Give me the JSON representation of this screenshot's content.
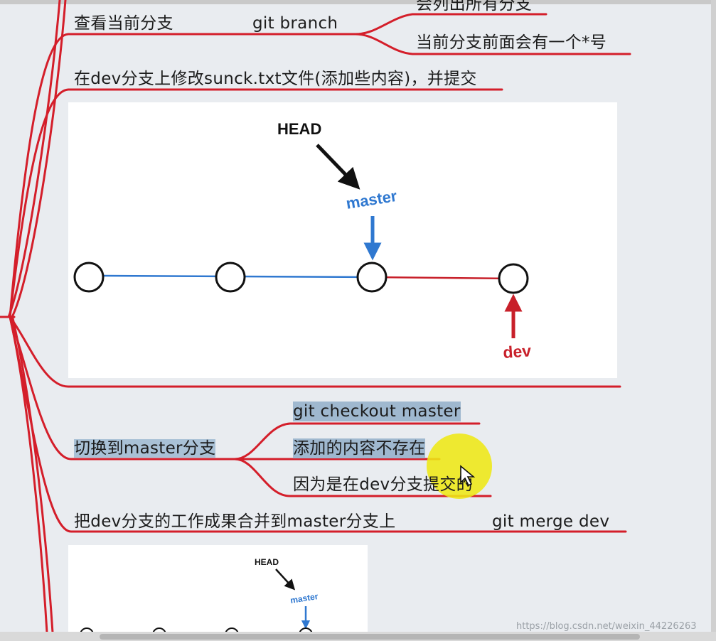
{
  "colors": {
    "branch_line": "#d41e2a",
    "master_blue": "#2f78d0",
    "dev_red": "#c8202a",
    "highlight": "#a9c1d6",
    "cursor_glow": "#eee814"
  },
  "nodes": {
    "branch_view": {
      "label": "查看当前分支",
      "command": "git  branch"
    },
    "list_all": {
      "label": "会列出所有分支"
    },
    "current_star": {
      "label": "当前分支前面会有一个*号"
    },
    "modify_commit": {
      "label": "在dev分支上修改sunck.txt文件(添加些内容)，并提交"
    },
    "switch_master": {
      "label": "切换到master分支"
    },
    "checkout_cmd": {
      "label": "git  checkout  master"
    },
    "content_missing": {
      "label": "添加的内容不存在"
    },
    "because_dev": {
      "label": "因为是在dev分支提交的"
    },
    "merge": {
      "label": "把dev分支的工作成果合并到master分支上",
      "command": "git  merge  dev"
    }
  },
  "diagram1": {
    "head": "HEAD",
    "master": "master",
    "dev": "dev",
    "commits": 4
  },
  "diagram2": {
    "head": "HEAD",
    "master": "master"
  },
  "watermark": "https://blog.csdn.net/weixin_44226263"
}
